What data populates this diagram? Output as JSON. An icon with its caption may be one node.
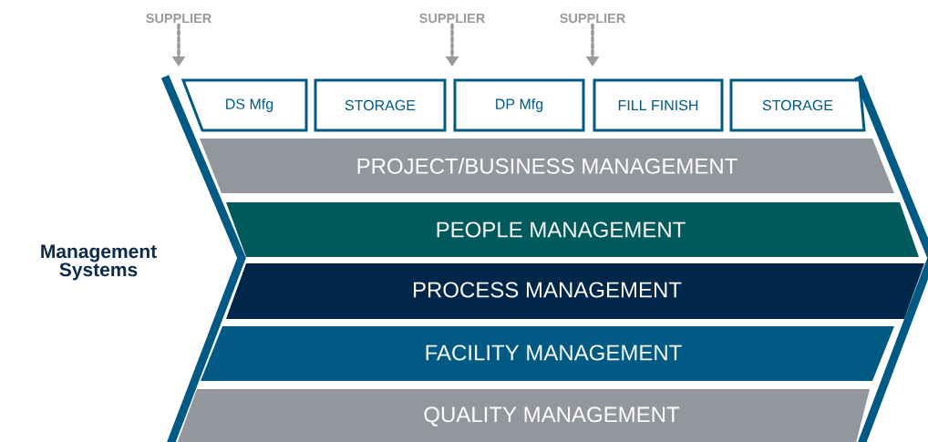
{
  "diagram": {
    "nodes": [
      {
        "text": [
          "SUPPLIER"
        ]
      },
      {
        "text": [
          "SUPPLIER"
        ]
      },
      {
        "text": [
          "SUPPLIER"
        ]
      },
      {
        "text": [
          "DS Mfg"
        ]
      },
      {
        "text": [
          "STORAGE"
        ]
      },
      {
        "text": [
          "DP Mfg"
        ]
      },
      {
        "text": [
          "FILL FINISH"
        ]
      },
      {
        "text": [
          "STORAGE"
        ]
      },
      {
        "text": [
          "PROJECT/BUSINESS MANAGEMENT"
        ]
      },
      {
        "text": [
          "PEOPLE MANAGEMENT"
        ]
      },
      {
        "text": [
          "PROCESS MANAGEMENT"
        ]
      },
      {
        "text": [
          "FACILITY MANAGEMENT"
        ]
      },
      {
        "text": [
          "QUALITY MANAGEMENT"
        ]
      }
    ],
    "edges": [
      {
        "from": 0,
        "to": null,
        "arrow": "to",
        "style": "dashed"
      },
      {
        "from": 1,
        "to": null,
        "arrow": "to",
        "style": "dashed"
      },
      {
        "from": 2,
        "to": null,
        "arrow": "to",
        "style": "dashed"
      }
    ],
    "labels": [
      "Management Systems"
    ]
  }
}
